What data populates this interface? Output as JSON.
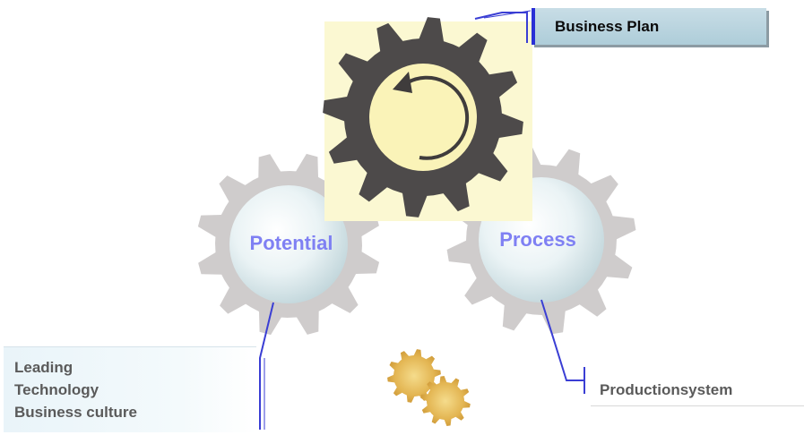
{
  "labels": {
    "business_plan": "Business Plan",
    "potential": "Potential",
    "process": "Process",
    "production_system": "Productionsystem"
  },
  "potential_items": [
    "Leading",
    "Technology",
    "Business culture"
  ],
  "colors": {
    "accent_blue": "#2a2fd6",
    "label_purple": "#7f80f3",
    "gear_gray": "#bdbdbd",
    "gear_dark": "#4a4747",
    "gear_yellow": "#faf3b8"
  }
}
